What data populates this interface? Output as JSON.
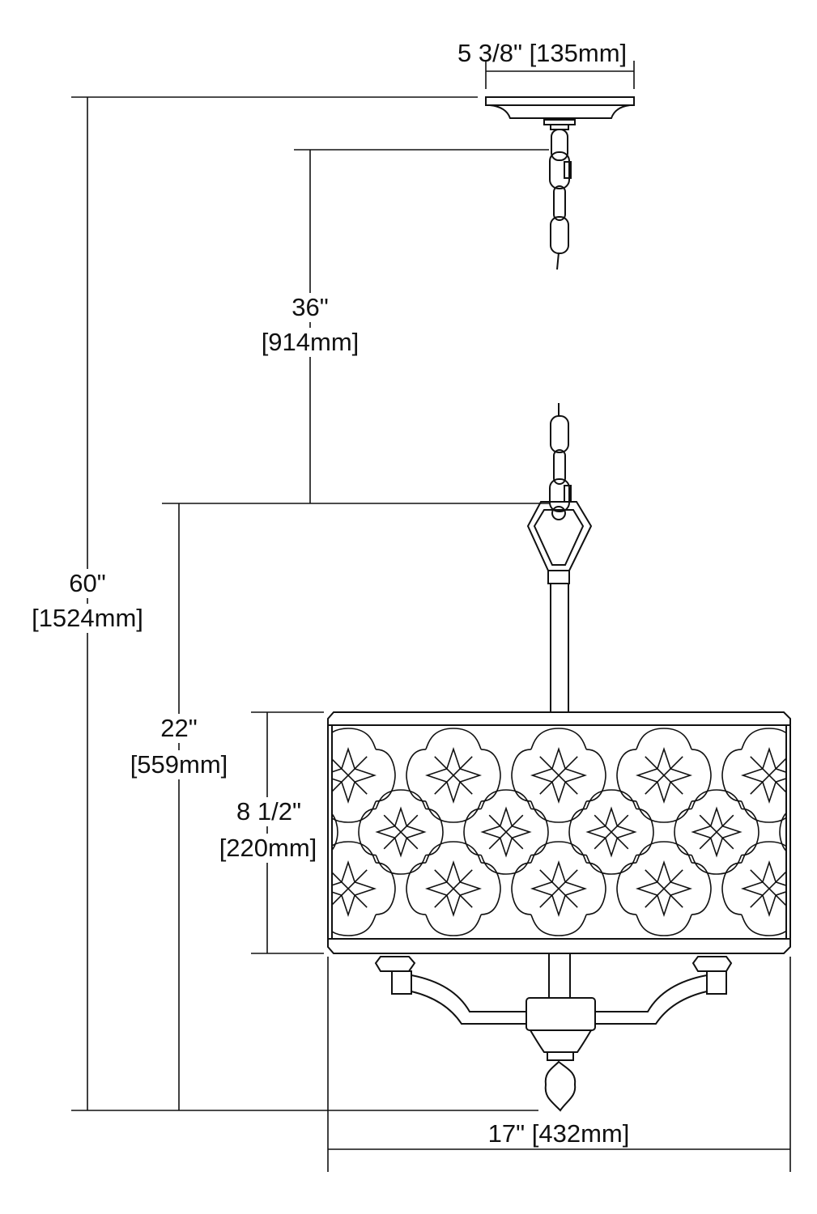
{
  "dimensions": {
    "canopy_width": "5 3/8\" [135mm]",
    "chain_length_in": "36\"",
    "chain_length_mm": "[914mm]",
    "overall_height_in": "60\"",
    "overall_height_mm": "[1524mm]",
    "fixture_height_in": "22\"",
    "fixture_height_mm": "[559mm]",
    "shade_height_in": "8 1/2\"",
    "shade_height_mm": "[220mm]",
    "shade_width": "17\" [432mm]"
  },
  "colors": {
    "line": "#111111",
    "background": "#ffffff"
  }
}
